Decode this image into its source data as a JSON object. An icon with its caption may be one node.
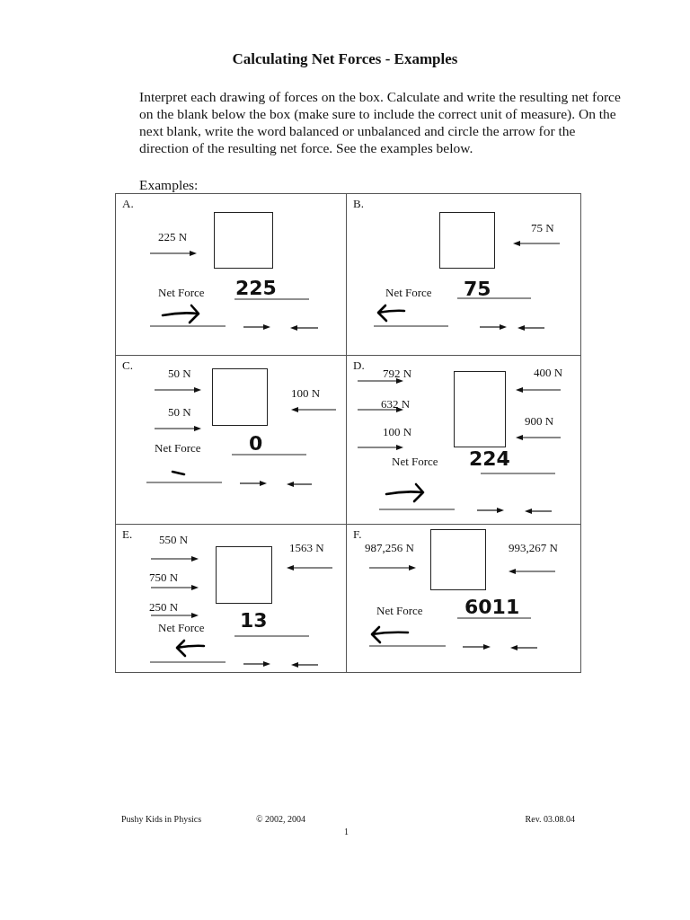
{
  "diagram": {
    "title": "Calculating Net Forces - Examples",
    "nodes": [
      {
        "text": [
          "A.",
          "225 N",
          "Net Force",
          "225"
        ]
      },
      {
        "text": [],
        "shape": "box",
        "in": 0
      },
      {
        "text": [
          "B.",
          "75 N",
          "Net Force",
          "75"
        ]
      },
      {
        "text": [],
        "shape": "box",
        "in": 2
      },
      {
        "text": [
          "C.",
          "50 N",
          "100 N",
          "50 N",
          "Net Force",
          "0"
        ]
      },
      {
        "text": [],
        "shape": "box",
        "in": 4
      },
      {
        "text": [
          "D.",
          "792 N",
          "400 N",
          "632 N",
          "900 N",
          "100 N",
          "Net Force",
          "224"
        ]
      },
      {
        "text": [],
        "shape": "box",
        "in": 6
      },
      {
        "text": [
          "E.",
          "550 N",
          "1563 N",
          "750 N",
          "250 N",
          "Net Force",
          "13"
        ]
      },
      {
        "text": [],
        "shape": "box",
        "in": 8
      },
      {
        "text": [
          "F.",
          "987,256 N",
          "993,267 N",
          "Net Force",
          "6011"
        ]
      },
      {
        "text": [],
        "shape": "box",
        "in": 10
      }
    ],
    "labels": [
      "Interpret each drawing of forces on the box. Calculate and write the resulting net force on the blank below the box (make sure to include the correct unit of measure). On the next blank, write the word balanced or unbalanced and circle the arrow for the direction of the resulting net force. See the examples below.",
      "Examples:",
      "Pushy Kids in Physics",
      "© 2002, 2004",
      "1",
      "Rev. 03.08.04"
    ]
  }
}
